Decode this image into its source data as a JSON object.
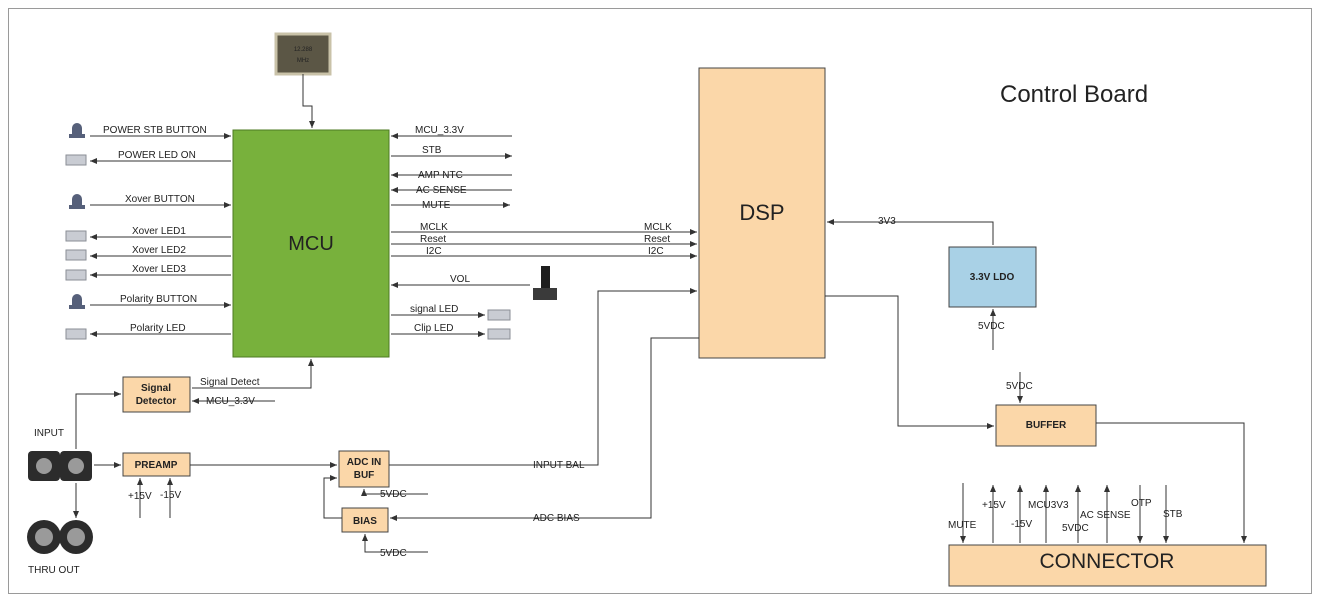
{
  "title": "Control Board",
  "crystal": {
    "line1": "12.288",
    "line2": "MHz"
  },
  "blocks": {
    "mcu": "MCU",
    "dsp": "DSP",
    "ldo": "3.3V LDO",
    "buffer": "BUFFER",
    "connector": "CONNECTOR",
    "signal_detector_1": "Signal",
    "signal_detector_2": "Detector",
    "preamp": "PREAMP",
    "adc_in_buf_1": "ADC IN",
    "adc_in_buf_2": "BUF",
    "bias": "BIAS"
  },
  "mcu_left": [
    "POWER  STB BUTTON",
    "POWER LED ON",
    "Xover BUTTON",
    "Xover LED1",
    "Xover LED2",
    "Xover LED3",
    "Polarity BUTTON",
    "Polarity LED"
  ],
  "mcu_right": [
    "MCU_3.3V",
    "STB",
    "AMP NTC",
    "AC SENSE",
    "MUTE",
    "MCLK",
    "Reset",
    "I2C",
    "VOL",
    "signal LED",
    "Clip LED"
  ],
  "dsp_in": [
    "MCLK",
    "Reset",
    "I2C"
  ],
  "dsp_supply": "3V3",
  "ldo_in": "5VDC",
  "buffer_in": "5VDC",
  "signal_detect": "Signal Detect",
  "detector_supply": "MCU_3.3V",
  "input_label": "INPUT",
  "thru_label": "THRU OUT",
  "preamp_rails": [
    "+15V",
    "-15V"
  ],
  "adc_supply": "5VDC",
  "bias_supply": "5VDC",
  "input_bal": "INPUT BAL",
  "adc_bias": "ADC BIAS",
  "connector_pins": [
    "MUTE",
    "+15V",
    "-15V",
    "MCU3V3",
    "5VDC",
    "AC SENSE",
    "OTP",
    "STB"
  ]
}
